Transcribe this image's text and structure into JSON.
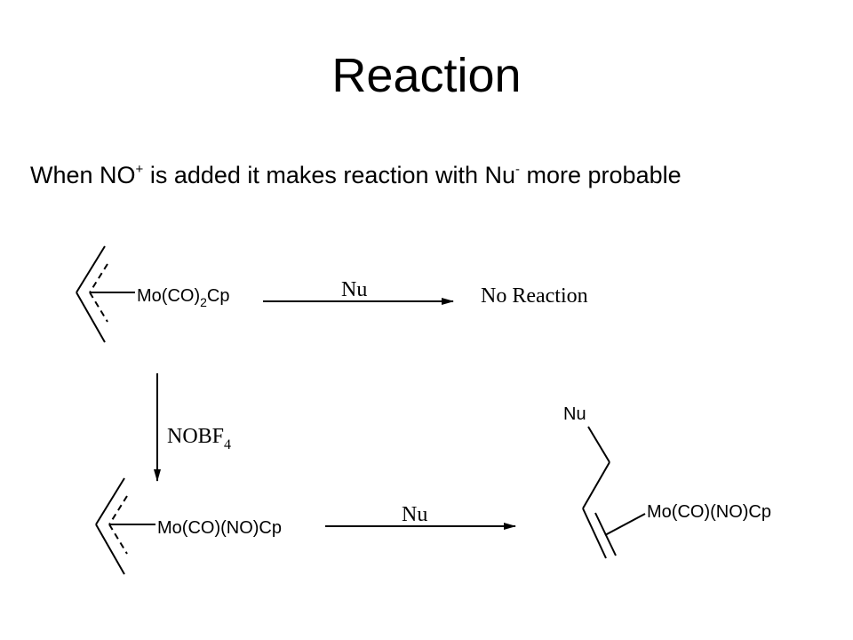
{
  "slide": {
    "title": "Reaction",
    "subtitle": {
      "part1": "When NO",
      "sup1": "+",
      "part2": " is added  it makes reaction with Nu",
      "sup2": "-",
      "part3": " more probable"
    }
  },
  "scheme": {
    "reactant1_label": "Mo(CO)2Cp",
    "reactant1_main": "Mo(CO)",
    "reactant1_sub": "2",
    "reactant1_tail": "Cp",
    "arrow1_reagent": "Nu",
    "product1_label": "No Reaction",
    "arrow2_reagent_main": "NOBF",
    "arrow2_reagent_sub": "4",
    "reactant2_label": "Mo(CO)(NO)Cp",
    "arrow3_reagent": "Nu",
    "product2_substituent": "Nu",
    "product2_label": "Mo(CO)(NO)Cp"
  }
}
